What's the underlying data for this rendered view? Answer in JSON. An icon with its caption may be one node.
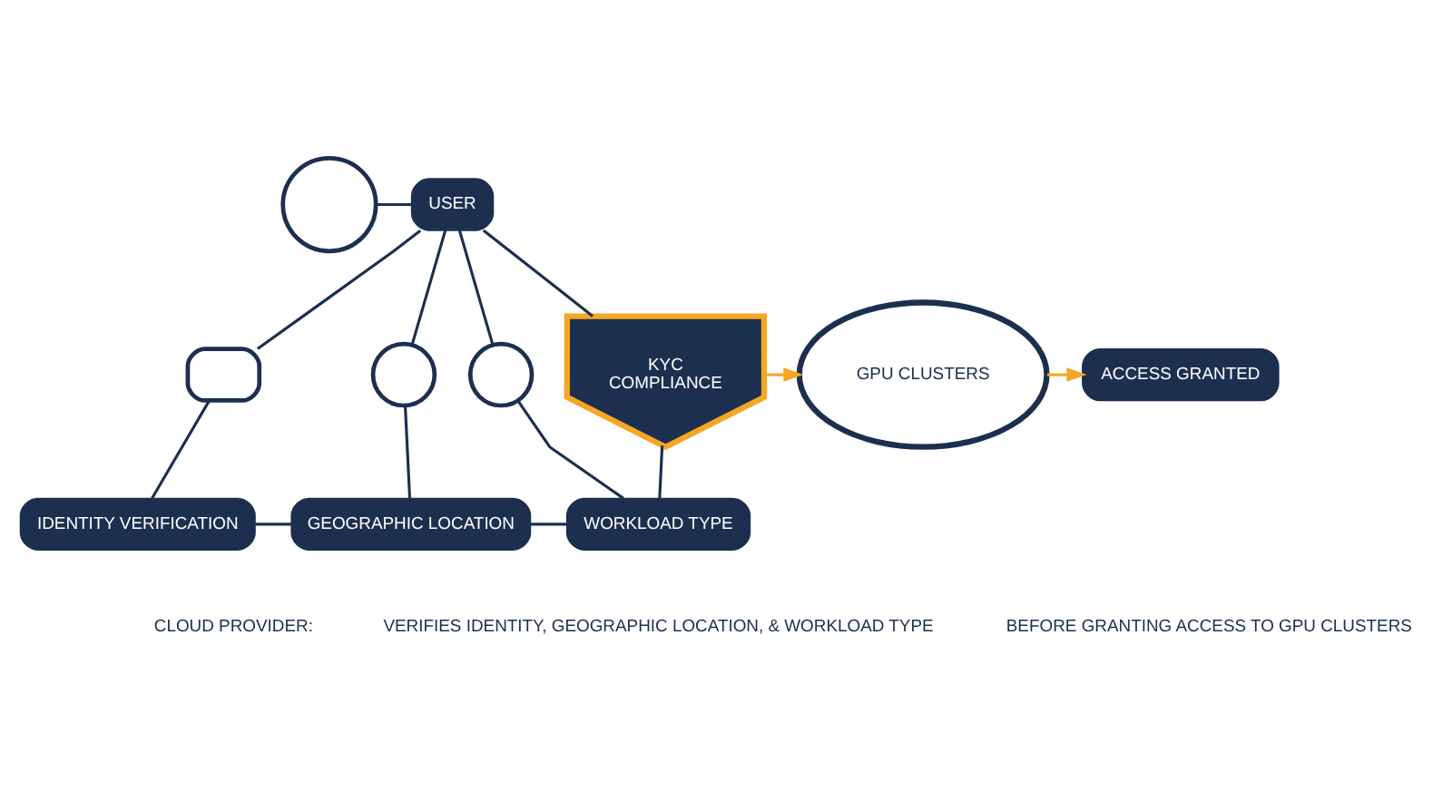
{
  "diagram": {
    "nodes": [
      {
        "text": [],
        "shape": "person"
      },
      {
        "text": [
          "USER"
        ]
      },
      {
        "text": [],
        "shape": "box"
      },
      {
        "text": [],
        "shape": "circle"
      },
      {
        "text": [],
        "shape": "circle"
      },
      {
        "text": [
          "IDENTITY VERIFICATION"
        ]
      },
      {
        "text": [
          "GEOGRAPHIC LOCATION"
        ]
      },
      {
        "text": [
          "WORKLOAD TYPE"
        ]
      },
      {
        "text": [
          "KYC",
          "COMPLIANCE"
        ]
      },
      {
        "text": [
          "GPU CLUSTERS"
        ]
      },
      {
        "text": [
          "ACCESS GRANTED"
        ]
      }
    ],
    "edges": [
      {
        "from": 0,
        "to": 1,
        "arrow": "none"
      },
      {
        "from": 1,
        "to": 2,
        "arrow": "none"
      },
      {
        "from": 1,
        "to": 3,
        "arrow": "none"
      },
      {
        "from": 1,
        "to": 4,
        "arrow": "none"
      },
      {
        "from": 1,
        "to": 8,
        "arrow": "none"
      },
      {
        "from": 2,
        "to": 5,
        "arrow": "none"
      },
      {
        "from": 3,
        "to": 6,
        "arrow": "none"
      },
      {
        "from": 4,
        "to": 7,
        "arrow": "none"
      },
      {
        "from": 5,
        "to": 6,
        "arrow": "none"
      },
      {
        "from": 6,
        "to": 7,
        "arrow": "none"
      },
      {
        "from": 7,
        "to": 8,
        "arrow": "none"
      },
      {
        "from": 8,
        "to": 9,
        "arrow": "to",
        "color": "#f5a623"
      },
      {
        "from": 9,
        "to": 10,
        "arrow": "to",
        "color": "#f5a623"
      }
    ],
    "labels": [
      "CLOUD PROVIDER:",
      "VERIFIES IDENTITY, GEOGRAPHIC LOCATION, & WORKLOAD TYPE",
      "BEFORE GRANTING ACCESS TO GPU CLUSTERS"
    ]
  }
}
